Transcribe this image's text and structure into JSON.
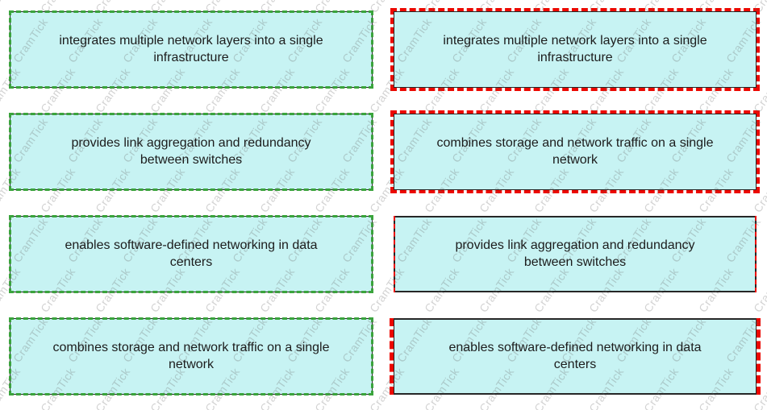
{
  "watermark": {
    "text": "CramTick",
    "color": "#c8c8c8"
  },
  "colors": {
    "box_background": "#c7f3f3",
    "green_border": "#3aa43c",
    "red_border": "#ec0800",
    "dark_border": "#262626",
    "text": "#1c1c1c"
  },
  "left_column": {
    "items": [
      {
        "style": "green-dashed",
        "lines": [
          "integrates multiple network layers into a single",
          "infrastructure"
        ]
      },
      {
        "style": "green-dashed",
        "lines": [
          "provides link aggregation and redundancy",
          "between switches"
        ]
      },
      {
        "style": "green-dashed",
        "lines": [
          "enables software-defined networking in data",
          "centers"
        ]
      },
      {
        "style": "green-dashed",
        "lines": [
          "combines storage and network traffic on a single",
          "network"
        ]
      }
    ]
  },
  "right_column": {
    "items": [
      {
        "style": "red-dashed",
        "lines": [
          "integrates multiple network layers into a single",
          "infrastructure"
        ]
      },
      {
        "style": "red-dashed",
        "lines": [
          "combines storage and network traffic on a single",
          "network"
        ]
      },
      {
        "style": "red-sides-thin",
        "lines": [
          "provides link aggregation and redundancy",
          "between switches"
        ]
      },
      {
        "style": "red-sides-thick",
        "lines": [
          "enables software-defined networking in data",
          "centers"
        ]
      }
    ]
  }
}
